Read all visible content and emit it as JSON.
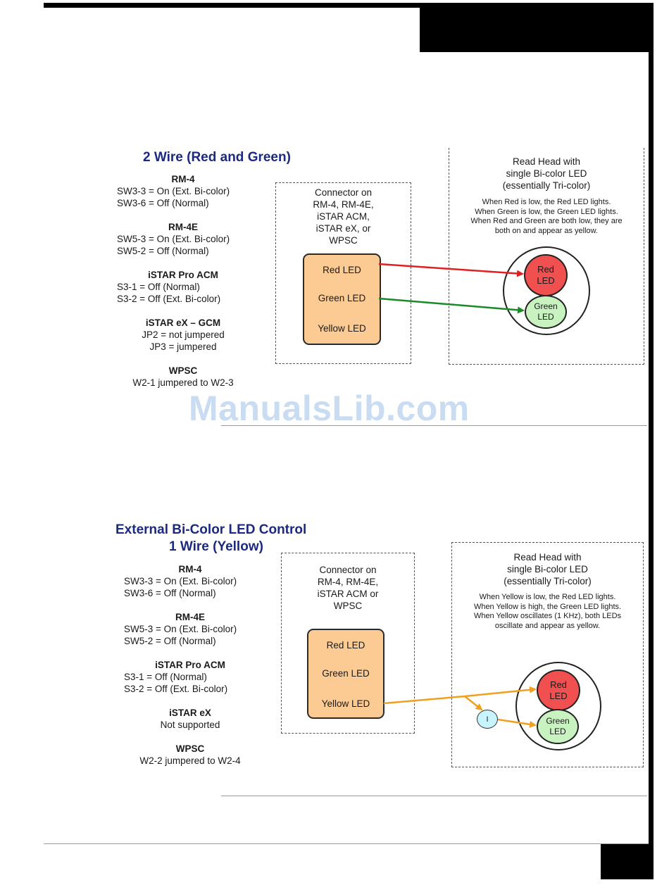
{
  "watermark": "ManualsLib.com",
  "colors": {
    "title": "#1b2a80",
    "red_led": "#f05050",
    "green_led": "#c8f2c0",
    "connector": "#fccb94",
    "red_wire": "#e02020",
    "green_wire": "#1a8a2a",
    "yellow_wire": "#f0a020",
    "inverter": "#c8f4ff"
  },
  "section1": {
    "title": "2 Wire (Red and Green)",
    "config": [
      {
        "heading": "RM-4",
        "lines": [
          "SW3-3 = On (Ext. Bi-color)",
          "SW3-6 = Off (Normal)"
        ]
      },
      {
        "heading": "RM-4E",
        "lines": [
          "SW5-3 = On (Ext. Bi-color)",
          "SW5-2 = Off (Normal)"
        ]
      },
      {
        "heading": "iSTAR Pro ACM",
        "lines": [
          "S3-1 = Off (Normal)",
          "S3-2 = Off (Ext. Bi-color)"
        ]
      },
      {
        "heading": "iSTAR eX – GCM",
        "lines": [
          "JP2 = not jumpered",
          "JP3 = jumpered"
        ]
      },
      {
        "heading": "WPSC",
        "lines": [
          "W2-1 jumpered to W2-3"
        ]
      }
    ],
    "connector": {
      "lines": [
        "Connector on",
        "RM-4, RM-4E,",
        "iSTAR ACM,",
        "iSTAR eX, or",
        "WPSC"
      ],
      "leds": [
        "Red LED",
        "Green LED",
        "Yellow LED"
      ]
    },
    "readhead": {
      "title": [
        "Read Head with",
        "single Bi-color LED",
        "(essentially Tri-color)"
      ],
      "desc": [
        "When Red is low, the Red LED lights.",
        "When Green is low, the Green LED lights.",
        "When Red and Green are both low, they are",
        "both on and appear as yellow."
      ],
      "red_label": [
        "Red",
        "LED"
      ],
      "green_label": [
        "Green",
        "LED"
      ]
    }
  },
  "section2": {
    "title": [
      "External Bi-Color LED Control",
      "1 Wire (Yellow)"
    ],
    "config": [
      {
        "heading": "RM-4",
        "lines": [
          "SW3-3 = On (Ext. Bi-color)",
          "SW3-6 = Off (Normal)"
        ]
      },
      {
        "heading": "RM-4E",
        "lines": [
          "SW5-3 = On (Ext. Bi-color)",
          "SW5-2 = Off (Normal)"
        ]
      },
      {
        "heading": "iSTAR Pro ACM",
        "lines": [
          "S3-1 = Off (Normal)",
          "S3-2 = Off (Ext. Bi-color)"
        ]
      },
      {
        "heading": "iSTAR eX",
        "lines": [
          "Not supported"
        ]
      },
      {
        "heading": "WPSC",
        "lines": [
          "W2-2 jumpered to W2-4"
        ]
      }
    ],
    "connector": {
      "lines": [
        "Connector on",
        "RM-4, RM-4E,",
        "iSTAR ACM or",
        "WPSC"
      ],
      "leds": [
        "Red LED",
        "Green LED",
        "Yellow LED"
      ]
    },
    "readhead": {
      "title": [
        "Read Head with",
        "single Bi-color LED",
        "(essentially Tri-color)"
      ],
      "desc": [
        "When Yellow is low, the Red LED lights.",
        "When Yellow is high, the Green LED lights.",
        "When Yellow oscillates (1 KHz), both LEDs",
        "oscillate and appear as yellow."
      ],
      "red_label": [
        "Red",
        "LED"
      ],
      "green_label": [
        "Green",
        "LED"
      ],
      "inverter_label": "I"
    }
  }
}
